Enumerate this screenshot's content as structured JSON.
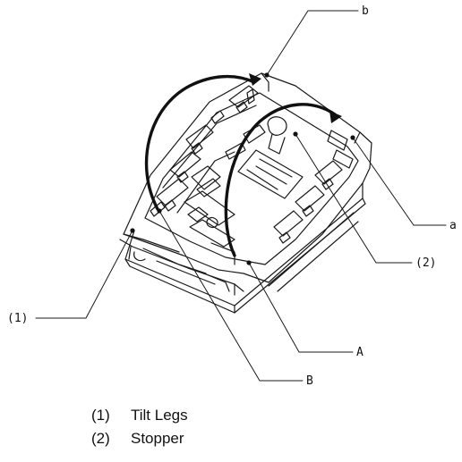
{
  "callouts": {
    "b": "b",
    "a": "a",
    "two": "(2)",
    "one": "(1)",
    "A": "A",
    "B": "B"
  },
  "legend": [
    {
      "number": "(1)",
      "label": "Tilt Legs"
    },
    {
      "number": "(2)",
      "label": "Stopper"
    }
  ]
}
